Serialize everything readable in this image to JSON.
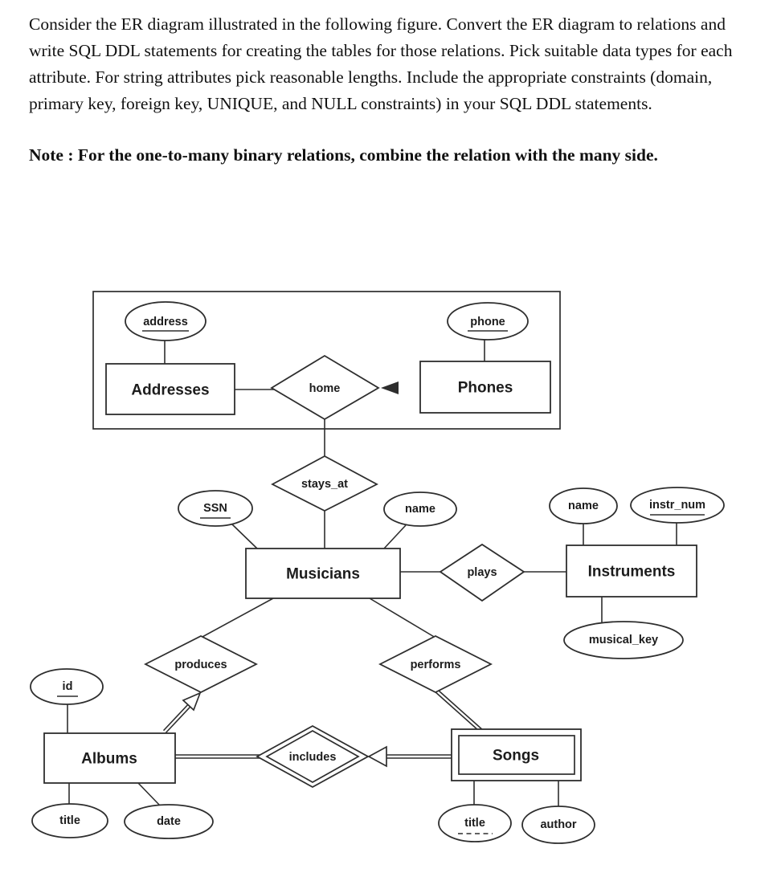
{
  "question": {
    "paragraph": "Consider the ER diagram illustrated in the following figure. Convert the ER diagram to relations and write SQL DDL statements for creating the tables for those relations. Pick suitable data types for each attribute. For string attributes pick reasonable lengths. Include the appropriate constraints (domain, primary key, foreign key, UNIQUE, and NULL constraints) in your SQL DDL statements.",
    "note": "Note : For the one-to-many binary relations, combine the relation with the many side."
  },
  "diagram": {
    "ink_color": "#2e2e2e",
    "entities": {
      "addresses": {
        "label": "Addresses",
        "weak": false
      },
      "phones": {
        "label": "Phones",
        "weak": false
      },
      "musicians": {
        "label": "Musicians",
        "weak": false
      },
      "instruments": {
        "label": "Instruments",
        "weak": false
      },
      "albums": {
        "label": "Albums",
        "weak": false
      },
      "songs": {
        "label": "Songs",
        "weak": true
      }
    },
    "relationships": {
      "home": {
        "label": "home",
        "weak": false,
        "arrow_from": "Phones"
      },
      "stays_at": {
        "label": "stays_at",
        "weak": false
      },
      "plays": {
        "label": "plays",
        "weak": false
      },
      "produces": {
        "label": "produces",
        "weak": false,
        "arrow_from": "Albums"
      },
      "performs": {
        "label": "performs",
        "weak": false
      },
      "includes": {
        "label": "includes",
        "weak": true,
        "arrow_from": "Songs"
      }
    },
    "attributes": {
      "address": {
        "label": "address",
        "underline": "solid"
      },
      "phone": {
        "label": "phone",
        "underline": "solid"
      },
      "ssn": {
        "label": "SSN",
        "underline": "solid"
      },
      "musician_name": {
        "label": "name",
        "underline": "none"
      },
      "instrument_name": {
        "label": "name",
        "underline": "none"
      },
      "instr_num": {
        "label": "instr_num",
        "underline": "solid"
      },
      "musical_key": {
        "label": "musical_key",
        "underline": "none"
      },
      "album_id": {
        "label": "id",
        "underline": "solid"
      },
      "album_title": {
        "label": "title",
        "underline": "none"
      },
      "album_date": {
        "label": "date",
        "underline": "none"
      },
      "song_title": {
        "label": "title",
        "underline": "dashed"
      },
      "song_author": {
        "label": "author",
        "underline": "none"
      }
    }
  }
}
